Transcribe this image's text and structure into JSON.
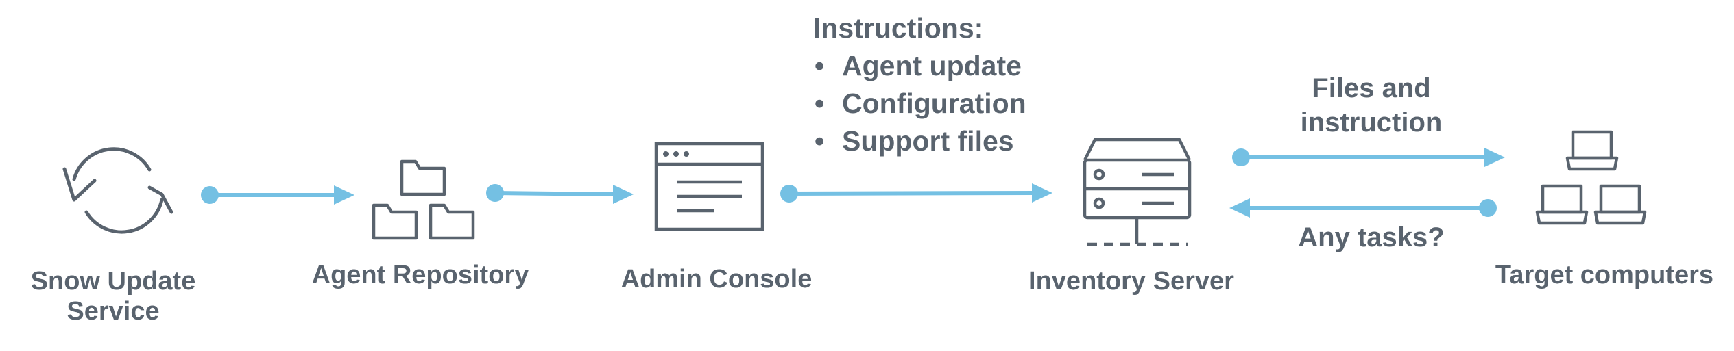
{
  "nodes": {
    "snow_update_service": {
      "label_line1": "Snow Update",
      "label_line2": "Service",
      "icon": "refresh-cycle-icon"
    },
    "agent_repository": {
      "label": "Agent Repository",
      "icon": "folders-icon"
    },
    "admin_console": {
      "label": "Admin Console",
      "icon": "browser-window-icon"
    },
    "inventory_server": {
      "label": "Inventory Server",
      "icon": "server-icon"
    },
    "target_computers": {
      "label": "Target computers",
      "icon": "laptops-icon"
    }
  },
  "instructions": {
    "title": "Instructions:",
    "bullet": "•",
    "items": [
      "Agent update",
      "Configuration",
      "Support files"
    ]
  },
  "edges": {
    "files_label_line1": "Files and",
    "files_label_line2": "instruction",
    "tasks_label": "Any tasks?"
  },
  "colors": {
    "arrow": "#74c0e3",
    "icon": "#59636e",
    "text": "#59636e"
  }
}
